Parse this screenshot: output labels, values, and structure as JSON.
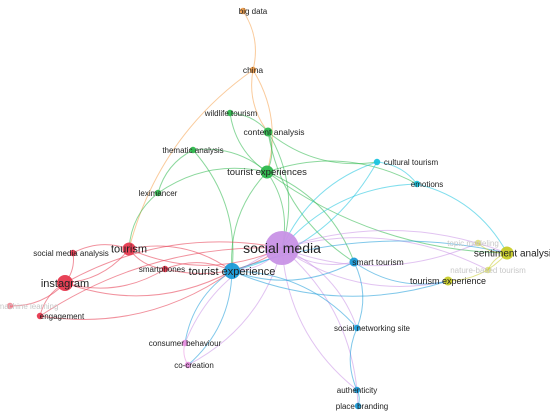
{
  "map": {
    "nodes": [
      {
        "id": "big-data",
        "label": "big data",
        "cluster": "orange",
        "weight": 1
      },
      {
        "id": "china",
        "label": "china",
        "cluster": "orange",
        "weight": 1
      },
      {
        "id": "wildlife-tourism",
        "label": "wildlife tourism",
        "cluster": "green",
        "weight": 1
      },
      {
        "id": "content-analysis",
        "label": "content analysis",
        "cluster": "green",
        "weight": 2
      },
      {
        "id": "thematic-analysis",
        "label": "thematic analysis",
        "cluster": "green",
        "weight": 1
      },
      {
        "id": "tourist-experiences",
        "label": "tourist experiences",
        "cluster": "green",
        "weight": 3
      },
      {
        "id": "leximancer",
        "label": "leximancer",
        "cluster": "green",
        "weight": 1
      },
      {
        "id": "cultural-tourism",
        "label": "cultural tourism",
        "cluster": "cyan",
        "weight": 1
      },
      {
        "id": "emotions",
        "label": "emotions",
        "cluster": "cyan",
        "weight": 1
      },
      {
        "id": "tourism",
        "label": "tourism",
        "cluster": "red",
        "weight": 3
      },
      {
        "id": "social-media-analysis",
        "label": "social media analysis",
        "cluster": "red",
        "weight": 1
      },
      {
        "id": "instagram",
        "label": "instagram",
        "cluster": "red",
        "weight": 4
      },
      {
        "id": "machine-learning",
        "label": "machine learning",
        "cluster": "red",
        "weight": 1,
        "faded": true
      },
      {
        "id": "engagement",
        "label": "engagement",
        "cluster": "red",
        "weight": 1
      },
      {
        "id": "smartphones",
        "label": "smartphones",
        "cluster": "red",
        "weight": 1
      },
      {
        "id": "social-media",
        "label": "social media",
        "cluster": "purple",
        "weight": 10
      },
      {
        "id": "tourist-experience",
        "label": "tourist experience",
        "cluster": "blue",
        "weight": 4
      },
      {
        "id": "smart-tourism",
        "label": "smart tourism",
        "cluster": "blue",
        "weight": 2
      },
      {
        "id": "social-networking-site",
        "label": "social networking site",
        "cluster": "blue",
        "weight": 1
      },
      {
        "id": "authenticity",
        "label": "authenticity",
        "cluster": "blue",
        "weight": 1
      },
      {
        "id": "place-branding",
        "label": "place branding",
        "cluster": "blue",
        "weight": 1
      },
      {
        "id": "consumer-behaviour",
        "label": "consumer behaviour",
        "cluster": "pink",
        "weight": 1
      },
      {
        "id": "co-creation",
        "label": "co-creation",
        "cluster": "pink",
        "weight": 1
      },
      {
        "id": "sentiment-analysis",
        "label": "sentiment analysis",
        "cluster": "yellow",
        "weight": 3
      },
      {
        "id": "topic-modeling",
        "label": "topic modeling",
        "cluster": "yellow",
        "weight": 1,
        "faded": true
      },
      {
        "id": "nature-based-tourism",
        "label": "nature-based tourism",
        "cluster": "yellow",
        "weight": 1,
        "faded": true
      },
      {
        "id": "tourism-experience",
        "label": "tourism experience",
        "cluster": "yellow",
        "weight": 2
      }
    ],
    "edges": [
      [
        "big-data",
        "china"
      ],
      [
        "china",
        "content-analysis"
      ],
      [
        "china",
        "tourist-experiences"
      ],
      [
        "china",
        "tourism"
      ],
      [
        "wildlife-tourism",
        "content-analysis"
      ],
      [
        "wildlife-tourism",
        "tourist-experiences"
      ],
      [
        "content-analysis",
        "tourist-experiences"
      ],
      [
        "content-analysis",
        "cultural-tourism"
      ],
      [
        "content-analysis",
        "social-media"
      ],
      [
        "content-analysis",
        "smart-tourism"
      ],
      [
        "thematic-analysis",
        "tourist-experiences"
      ],
      [
        "thematic-analysis",
        "leximancer"
      ],
      [
        "thematic-analysis",
        "tourist-experience"
      ],
      [
        "tourist-experiences",
        "leximancer"
      ],
      [
        "tourist-experiences",
        "social-media"
      ],
      [
        "tourist-experiences",
        "tourist-experience"
      ],
      [
        "tourist-experiences",
        "emotions"
      ],
      [
        "tourist-experiences",
        "sentiment-analysis"
      ],
      [
        "tourist-experiences",
        "smart-tourism"
      ],
      [
        "leximancer",
        "tourism"
      ],
      [
        "cultural-tourism",
        "emotions"
      ],
      [
        "cultural-tourism",
        "social-media"
      ],
      [
        "cultural-tourism",
        "tourist-experience"
      ],
      [
        "emotions",
        "social-media"
      ],
      [
        "emotions",
        "sentiment-analysis"
      ],
      [
        "tourism",
        "social-media-analysis"
      ],
      [
        "tourism",
        "instagram"
      ],
      [
        "tourism",
        "smartphones"
      ],
      [
        "tourism",
        "tourist-experience"
      ],
      [
        "tourism",
        "social-media"
      ],
      [
        "social-media-analysis",
        "instagram"
      ],
      [
        "instagram",
        "engagement"
      ],
      [
        "instagram",
        "machine-learning"
      ],
      [
        "instagram",
        "tourist-experience"
      ],
      [
        "instagram",
        "social-media"
      ],
      [
        "instagram",
        "smartphones"
      ],
      [
        "engagement",
        "social-media"
      ],
      [
        "engagement",
        "tourist-experience"
      ],
      [
        "smartphones",
        "tourist-experience"
      ],
      [
        "smartphones",
        "social-media"
      ],
      [
        "social-media",
        "tourist-experience"
      ],
      [
        "social-media",
        "smart-tourism"
      ],
      [
        "social-media",
        "sentiment-analysis"
      ],
      [
        "social-media",
        "topic-modeling"
      ],
      [
        "social-media",
        "nature-based-tourism"
      ],
      [
        "social-media",
        "tourism-experience"
      ],
      [
        "social-media",
        "social-networking-site"
      ],
      [
        "social-media",
        "consumer-behaviour"
      ],
      [
        "social-media",
        "co-creation"
      ],
      [
        "social-media",
        "authenticity"
      ],
      [
        "social-media",
        "place-branding"
      ],
      [
        "tourist-experience",
        "smart-tourism"
      ],
      [
        "tourist-experience",
        "social-networking-site"
      ],
      [
        "tourist-experience",
        "consumer-behaviour"
      ],
      [
        "tourist-experience",
        "co-creation"
      ],
      [
        "tourist-experience",
        "tourism-experience"
      ],
      [
        "tourist-experience",
        "sentiment-analysis"
      ],
      [
        "smart-tourism",
        "tourism-experience"
      ],
      [
        "smart-tourism",
        "social-networking-site"
      ],
      [
        "social-networking-site",
        "authenticity"
      ],
      [
        "authenticity",
        "place-branding"
      ],
      [
        "consumer-behaviour",
        "co-creation"
      ],
      [
        "sentiment-analysis",
        "topic-modeling"
      ],
      [
        "sentiment-analysis",
        "nature-based-tourism"
      ],
      [
        "sentiment-analysis",
        "tourism-experience"
      ]
    ]
  },
  "colors": {
    "orange": "#f5a04a",
    "green": "#2db84c",
    "cyan": "#19c3de",
    "red": "#e6384e",
    "purple": "#c892e6",
    "blue": "#1a9bd8",
    "pink": "#e890e0",
    "yellow": "#c8cc28"
  }
}
